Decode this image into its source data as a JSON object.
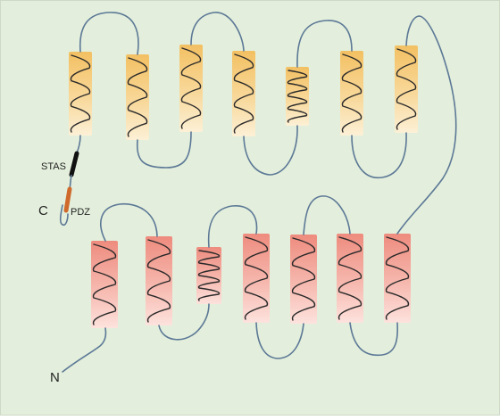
{
  "labels": {
    "stas": "STAS",
    "c_terminus": "C",
    "pdz": "PDZ",
    "n_terminus": "N"
  },
  "colors": {
    "background": "#e3efdc",
    "border": "#cfd9c8",
    "chain": "#5c7896",
    "helix_upper": "#f4c46a",
    "helix_lower": "#ec8a80",
    "coil": "#2a2a2a",
    "stas": "#111111",
    "pdz": "#cf6a2c"
  },
  "helix_groups": [
    {
      "id": "upper",
      "helix_count": 7,
      "turns": [
        3,
        3,
        3,
        3,
        4,
        3,
        3
      ]
    },
    {
      "id": "lower",
      "helix_count": 7,
      "turns": [
        3,
        3,
        4,
        3,
        3,
        3,
        3
      ]
    }
  ]
}
